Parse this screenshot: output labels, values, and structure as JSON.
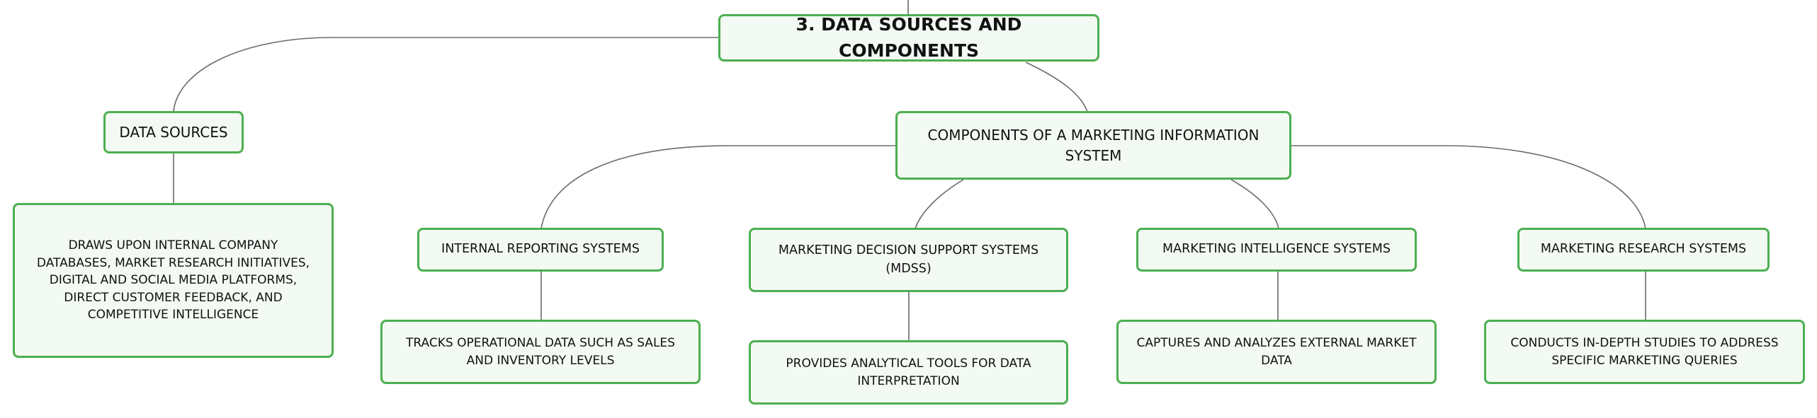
{
  "root": {
    "label": "3. DATA SOURCES AND COMPONENTS"
  },
  "data_sources": {
    "label": "DATA SOURCES",
    "detail": "DRAWS UPON INTERNAL COMPANY DATABASES, MARKET RESEARCH INITIATIVES, DIGITAL AND SOCIAL MEDIA PLATFORMS, DIRECT CUSTOMER FEEDBACK, AND COMPETITIVE INTELLIGENCE"
  },
  "components": {
    "label": "COMPONENTS OF A MARKETING INFORMATION SYSTEM",
    "items": [
      {
        "label": "INTERNAL REPORTING SYSTEMS",
        "detail": "TRACKS OPERATIONAL DATA SUCH AS SALES AND INVENTORY LEVELS"
      },
      {
        "label": "MARKETING DECISION SUPPORT SYSTEMS (MDSS)",
        "detail": "PROVIDES ANALYTICAL TOOLS FOR DATA INTERPRETATION"
      },
      {
        "label": "MARKETING INTELLIGENCE SYSTEMS",
        "detail": "CAPTURES AND ANALYZES EXTERNAL MARKET DATA"
      },
      {
        "label": "MARKETING RESEARCH SYSTEMS",
        "detail": "CONDUCTS IN-DEPTH STUDIES TO ADDRESS SPECIFIC MARKETING QUERIES"
      }
    ]
  },
  "colors": {
    "node_border": "#4caf50",
    "node_fill": "#f3f9f3",
    "connector": "#6b6b6b"
  }
}
